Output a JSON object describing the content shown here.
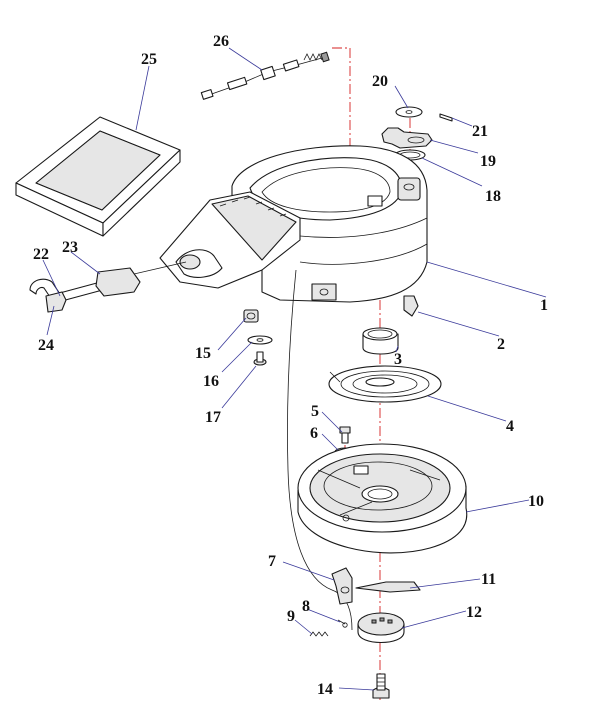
{
  "diagram": {
    "callouts": [
      {
        "id": "1",
        "label": "1"
      },
      {
        "id": "2",
        "label": "2"
      },
      {
        "id": "3",
        "label": "3"
      },
      {
        "id": "4",
        "label": "4"
      },
      {
        "id": "5",
        "label": "5"
      },
      {
        "id": "6",
        "label": "6"
      },
      {
        "id": "7",
        "label": "7"
      },
      {
        "id": "8",
        "label": "8"
      },
      {
        "id": "9",
        "label": "9"
      },
      {
        "id": "10",
        "label": "10"
      },
      {
        "id": "11",
        "label": "11"
      },
      {
        "id": "12",
        "label": "12"
      },
      {
        "id": "14",
        "label": "14"
      },
      {
        "id": "15",
        "label": "15"
      },
      {
        "id": "16",
        "label": "16"
      },
      {
        "id": "17",
        "label": "17"
      },
      {
        "id": "18",
        "label": "18"
      },
      {
        "id": "19",
        "label": "19"
      },
      {
        "id": "20",
        "label": "20"
      },
      {
        "id": "21",
        "label": "21"
      },
      {
        "id": "22",
        "label": "22"
      },
      {
        "id": "23",
        "label": "23"
      },
      {
        "id": "24",
        "label": "24"
      },
      {
        "id": "25",
        "label": "25"
      },
      {
        "id": "26",
        "label": "26"
      }
    ],
    "colors": {
      "axis": "#d62020",
      "leader": "#3a3a9a",
      "ink": "#1a1a1a"
    }
  }
}
